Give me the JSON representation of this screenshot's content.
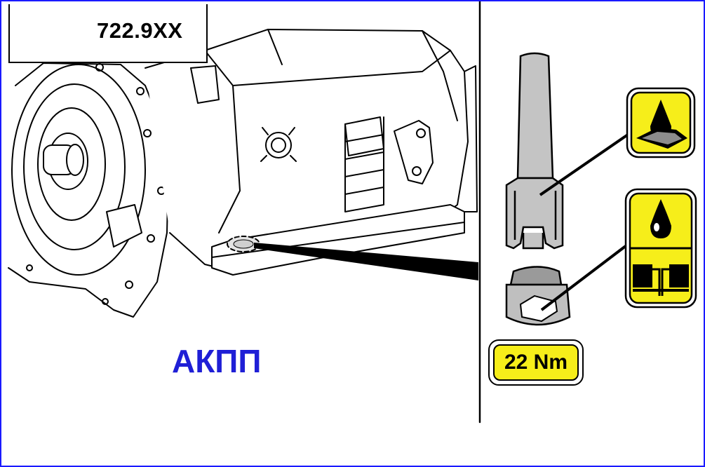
{
  "header": {
    "model_code": "722.9XX"
  },
  "main": {
    "label": "АКПП"
  },
  "torque": {
    "value": "22 Nm"
  },
  "colors": {
    "frame": "#1a1aff",
    "label": "#1f1fd6",
    "badge": "#f6ee1a"
  },
  "icons": [
    "transmission-icon",
    "oil-sealant-icon",
    "oil-seal-icon"
  ]
}
